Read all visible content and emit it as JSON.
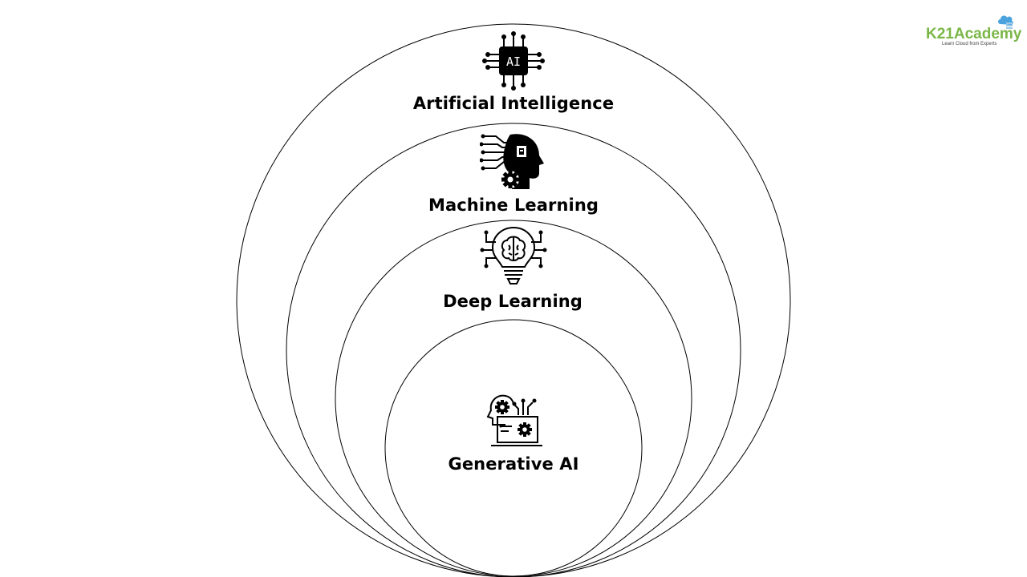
{
  "logo": {
    "name": "K21Academy",
    "tagline": "Learn Cloud from Experts",
    "brand_color": "#7ab648",
    "cloud_color": "#4aa3df"
  },
  "diagram": {
    "layers": [
      {
        "label": "Artificial Intelligence",
        "icon": "ai-chip-icon"
      },
      {
        "label": "Machine Learning",
        "icon": "robot-head-gear-icon"
      },
      {
        "label": "Deep Learning",
        "icon": "brain-lightbulb-icon"
      },
      {
        "label": "Generative AI",
        "icon": "head-laptop-gear-icon"
      }
    ],
    "chip_text": "AI",
    "stroke_color": "#000000"
  }
}
